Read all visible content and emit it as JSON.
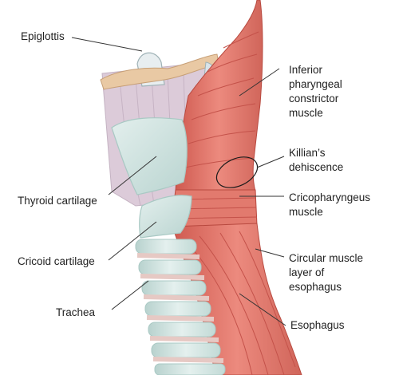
{
  "labels": {
    "epiglottis": "Epiglottis",
    "inferior_line1": "Inferior",
    "inferior_line2": "pharyngeal",
    "inferior_line3": "constrictor",
    "inferior_line4": "muscle",
    "killian_line1": "Killian’s",
    "killian_line2": "dehiscence",
    "thyroid": "Thyroid cartilage",
    "crico_line1": "Cricopharyngeus",
    "crico_line2": "muscle",
    "cricoid": "Cricoid cartilage",
    "circular_line1": "Circular muscle",
    "circular_line2": "layer of",
    "circular_line3": "esophagus",
    "trachea": "Trachea",
    "esophagus": "Esophagus"
  },
  "colors": {
    "muscle": "#e4756a",
    "muscle_dark": "#c9544b",
    "cartilage": "#cfe3e0",
    "cartilage_edge": "#a9c9c4",
    "membrane": "#dccbd9",
    "epiglottis_tip": "#e9c9a4",
    "leader": "#333333"
  }
}
